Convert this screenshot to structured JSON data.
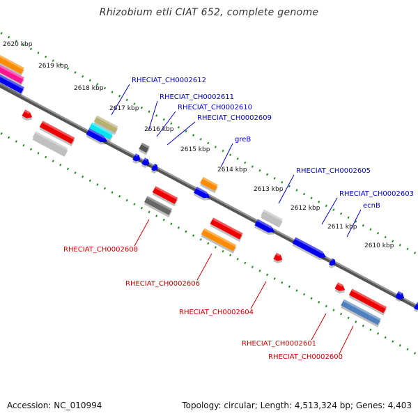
{
  "title": "Rhizobium etli CIAT 652, complete genome",
  "footer": {
    "accession": "Accession: NC_010994",
    "summary": "Topology: circular; Length: 4,513,324 bp; Genes: 4,403"
  },
  "ticks": [
    "2620 kbp",
    "2619 kbp",
    "2618 kbp",
    "2617 kbp",
    "2616 kbp",
    "2615 kbp",
    "2614 kbp",
    "2613 kbp",
    "2612 kbp",
    "2611 kbp",
    "2610 kbp"
  ],
  "labels_forward": [
    "RHECIAT_CH0002612",
    "RHECIAT_CH0002611",
    "RHECIAT_CH0002610",
    "RHECIAT_CH0002609",
    "greB",
    "RHECIAT_CH0002605",
    "RHECIAT_CH0002603",
    "ecnB"
  ],
  "labels_reverse": [
    "RHECIAT_CH0002608",
    "RHECIAT_CH0002606",
    "RHECIAT_CH0002604",
    "RHECIAT_CH0002601",
    "RHECIAT_CH0002600"
  ],
  "colors": {
    "forward_label": "#0000cc",
    "reverse_label": "#cc0000",
    "backbone": "#777777",
    "tick": "#228b22"
  }
}
